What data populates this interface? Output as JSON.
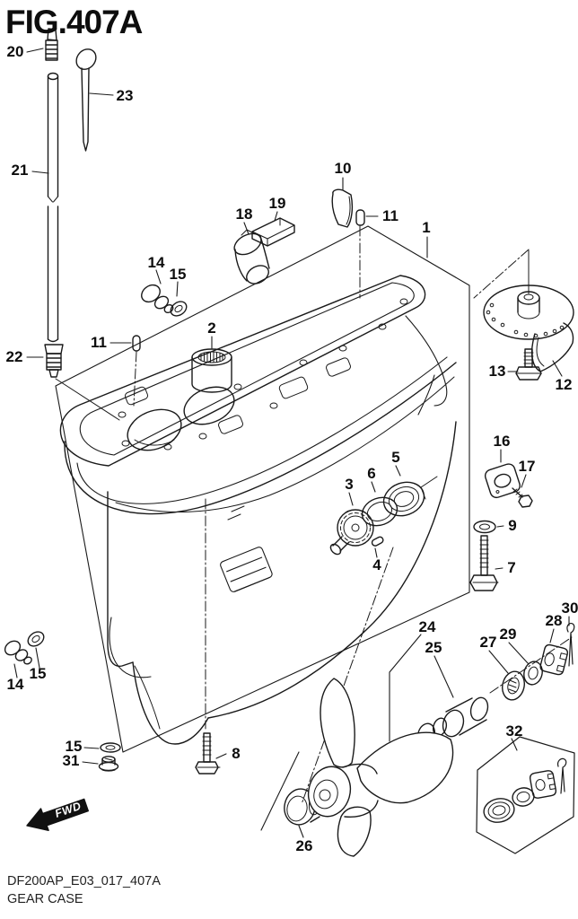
{
  "figure": {
    "title": "FIG.407A"
  },
  "footer": {
    "drawing_code": "DF200AP_E03_017_407A",
    "caption": "GEAR CASE"
  },
  "direction_arrow": {
    "label": "FWD"
  },
  "callouts": {
    "c1": "1",
    "c2": "2",
    "c3": "3",
    "c4": "4",
    "c5": "5",
    "c6": "6",
    "c7": "7",
    "c8": "8",
    "c9": "9",
    "c10": "10",
    "c11a": "11",
    "c11b": "11",
    "c12": "12",
    "c13": "13",
    "c14a": "14",
    "c14b": "14",
    "c15a": "15",
    "c15b": "15",
    "c15c": "15",
    "c16": "16",
    "c17": "17",
    "c18": "18",
    "c19": "19",
    "c20": "20",
    "c21": "21",
    "c22": "22",
    "c23": "23",
    "c24": "24",
    "c25": "25",
    "c26": "26",
    "c27": "27",
    "c28": "28",
    "c29": "29",
    "c30": "30",
    "c31": "31",
    "c32": "32"
  }
}
